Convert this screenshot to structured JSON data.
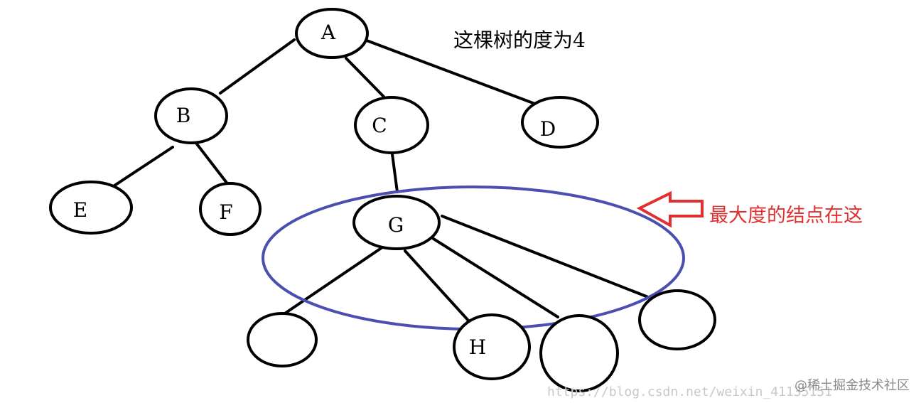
{
  "caption": "这棵树的度为4",
  "annotation": "最大度的结点在这",
  "watermark": "https://blog.csdn.net/weixin_41135151",
  "brand": "@稀土掘金技术社区",
  "colors": {
    "edge": "#000000",
    "highlight": "#4a4fb0",
    "annotation": "#e03030"
  },
  "nodes": [
    {
      "id": "A",
      "label": "A"
    },
    {
      "id": "B",
      "label": "B"
    },
    {
      "id": "C",
      "label": "C"
    },
    {
      "id": "D",
      "label": "D"
    },
    {
      "id": "E",
      "label": "E"
    },
    {
      "id": "F",
      "label": "F"
    },
    {
      "id": "G",
      "label": "G"
    },
    {
      "id": "L1",
      "label": ""
    },
    {
      "id": "H",
      "label": "H"
    },
    {
      "id": "L2",
      "label": ""
    },
    {
      "id": "L3",
      "label": ""
    }
  ],
  "edges": [
    {
      "from": "A",
      "to": "B"
    },
    {
      "from": "A",
      "to": "C"
    },
    {
      "from": "A",
      "to": "D"
    },
    {
      "from": "B",
      "to": "E"
    },
    {
      "from": "B",
      "to": "F"
    },
    {
      "from": "C",
      "to": "G"
    },
    {
      "from": "G",
      "to": "L1"
    },
    {
      "from": "G",
      "to": "H"
    },
    {
      "from": "G",
      "to": "L2"
    },
    {
      "from": "G",
      "to": "L3"
    }
  ]
}
